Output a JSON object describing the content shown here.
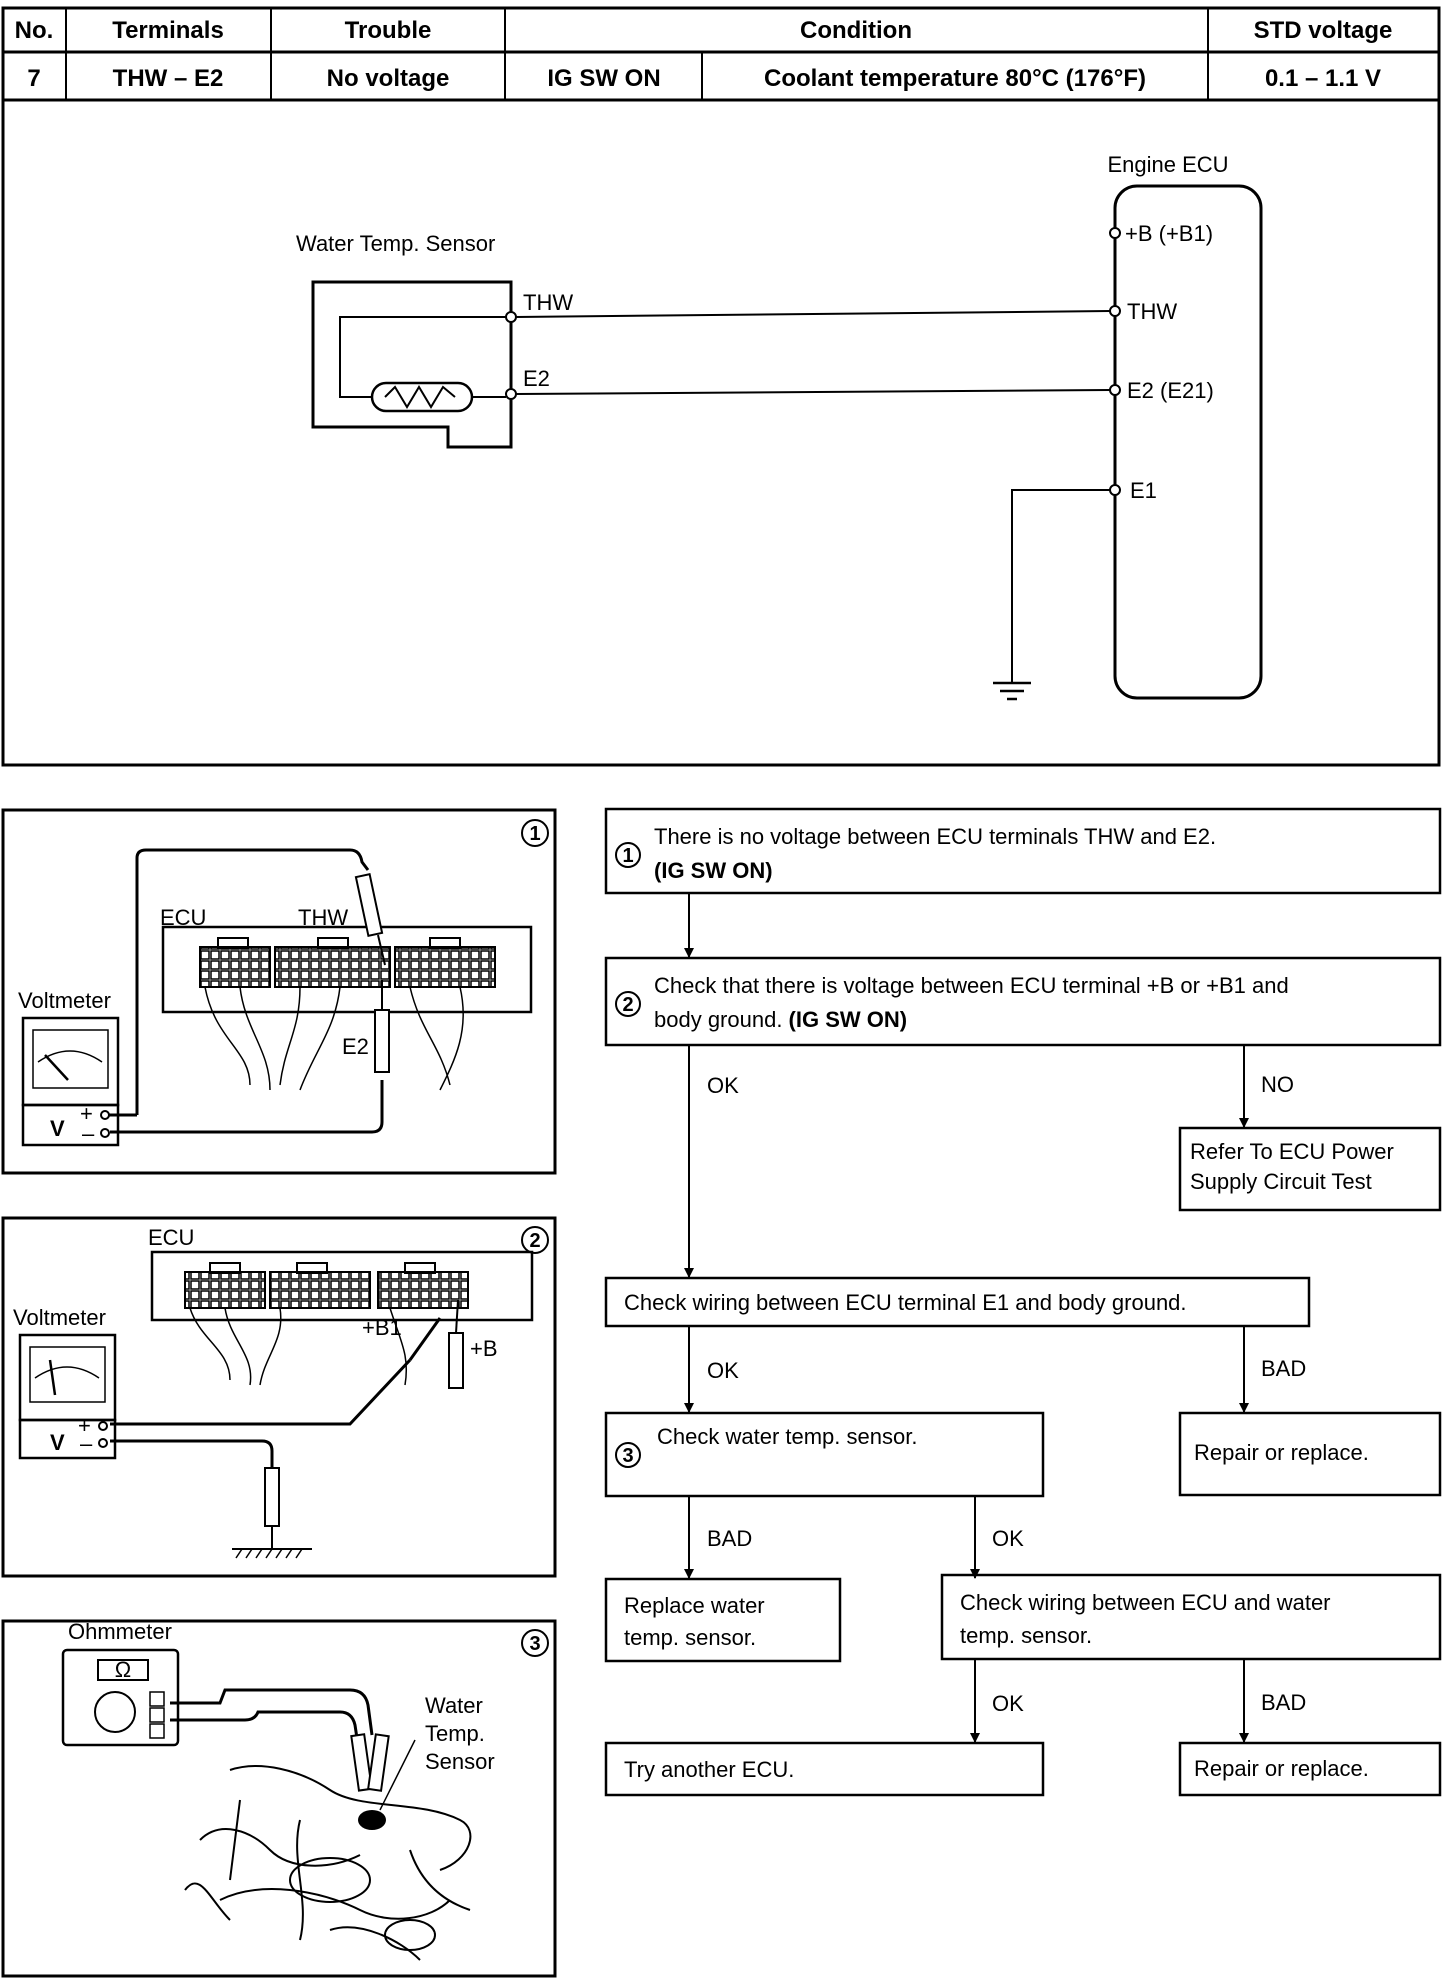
{
  "table": {
    "headers": {
      "no": "No.",
      "terminals": "Terminals",
      "trouble": "Trouble",
      "condition": "Condition",
      "std_voltage": "STD voltage"
    },
    "row": {
      "no": "7",
      "terminals": "THW – E2",
      "trouble": "No voltage",
      "condition_switch": "IG SW ON",
      "condition_temp": "Coolant temperature 80°C (176°F)",
      "std_voltage": "0.1 – 1.1 V"
    }
  },
  "circuit": {
    "ecu_title": "Engine ECU",
    "sensor_title": "Water Temp. Sensor",
    "sensor_terminals": [
      "THW",
      "E2"
    ],
    "ecu_terminals": [
      "+B (+B1)",
      "THW",
      "E2 (E21)",
      "E1"
    ]
  },
  "panel1": {
    "number": "1",
    "voltmeter": "Voltmeter",
    "ecu": "ECU",
    "thw": "THW",
    "e2": "E2",
    "v": "V",
    "plus": "+",
    "minus": "–"
  },
  "panel2": {
    "number": "2",
    "ecu": "ECU",
    "voltmeter": "Voltmeter",
    "b1": "+B1",
    "b": "+B",
    "v": "V",
    "plus": "+",
    "minus": "–"
  },
  "panel3": {
    "number": "3",
    "ohmmeter": "Ohmmeter",
    "ohm": "Ω",
    "sensor_line1": "Water",
    "sensor_line2": "Temp.",
    "sensor_line3": "Sensor"
  },
  "flowchart": {
    "step1": {
      "number": "1",
      "line1": "There is no voltage between ECU terminals THW and E2.",
      "line2": "(IG SW ON)"
    },
    "step2": {
      "number": "2",
      "line1": "Check that there is voltage between ECU terminal +B or +B1 and",
      "line2a": "body ground. ",
      "line2b": "(IG SW ON)"
    },
    "ok1": "OK",
    "no1": "NO",
    "refer_line1": "Refer To ECU Power",
    "refer_line2": "Supply Circuit Test",
    "check_e1": "Check wiring between ECU terminal E1 and body ground.",
    "ok2": "OK",
    "bad2": "BAD",
    "step3": {
      "number": "3",
      "text": "Check water temp. sensor."
    },
    "repair1": "Repair or replace.",
    "bad3": "BAD",
    "ok3": "OK",
    "replace_line1": "Replace water",
    "replace_line2": "temp. sensor.",
    "check_wiring_line1": "Check wiring between ECU and water",
    "check_wiring_line2": "temp. sensor.",
    "ok4": "OK",
    "bad4": "BAD",
    "try_ecu": "Try another ECU.",
    "repair2": "Repair or replace."
  }
}
